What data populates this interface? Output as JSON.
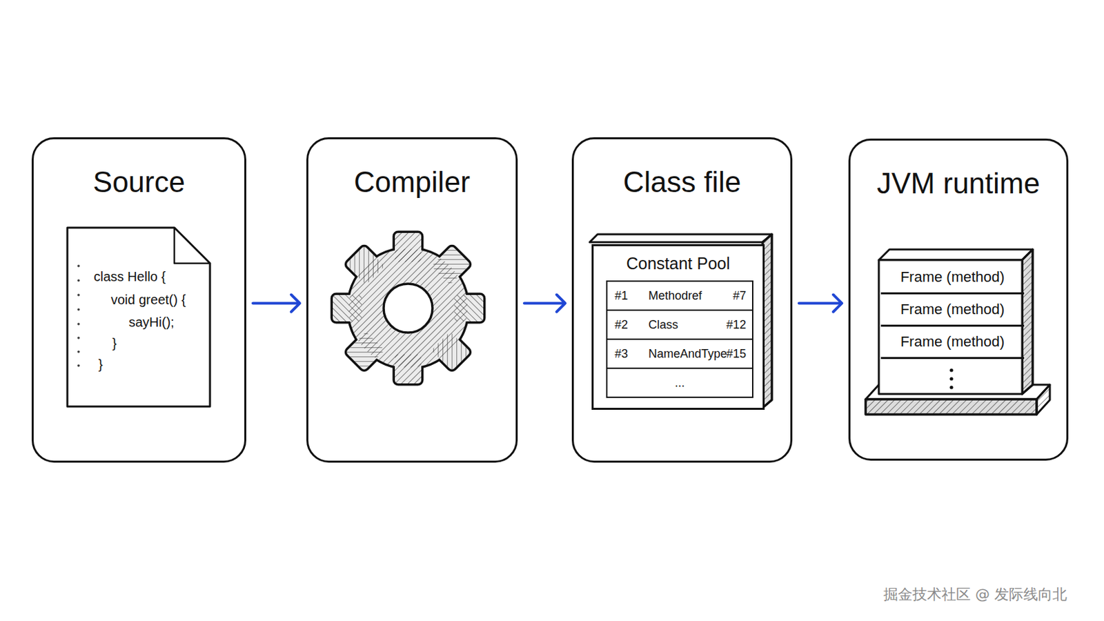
{
  "diagram": {
    "nodes": [
      {
        "text": [
          "Source"
        ]
      },
      {
        "text": [
          "class Hello {",
          "void greet() {",
          "sayHi();",
          "}",
          "}"
        ],
        "in": 0
      },
      {
        "text": [
          "Compiler"
        ]
      },
      {
        "text": [
          "Class file"
        ]
      },
      {
        "text": [
          "Constant Pool"
        ],
        "in": 3
      },
      {
        "text": [
          "#1",
          "Methodref",
          "#7"
        ],
        "in": 4
      },
      {
        "text": [
          "#2",
          "Class",
          "#12"
        ],
        "in": 4
      },
      {
        "text": [
          "#3",
          "NameAndType",
          "#15"
        ],
        "in": 4
      },
      {
        "text": [
          "..."
        ],
        "in": 4
      },
      {
        "text": [
          "JVM runtime"
        ]
      },
      {
        "text": [
          "Frame (method)"
        ],
        "in": 9
      },
      {
        "text": [
          "Frame (method)"
        ],
        "in": 9
      },
      {
        "text": [
          "Frame (method)"
        ],
        "in": 9
      }
    ],
    "edges": [
      {
        "from": 0,
        "to": 2,
        "arrow": "to"
      },
      {
        "from": 2,
        "to": 3,
        "arrow": "to"
      },
      {
        "from": 3,
        "to": 9,
        "arrow": "to"
      }
    ],
    "labels": [
      "掘金技术社区 @ 发际线向北"
    ]
  }
}
